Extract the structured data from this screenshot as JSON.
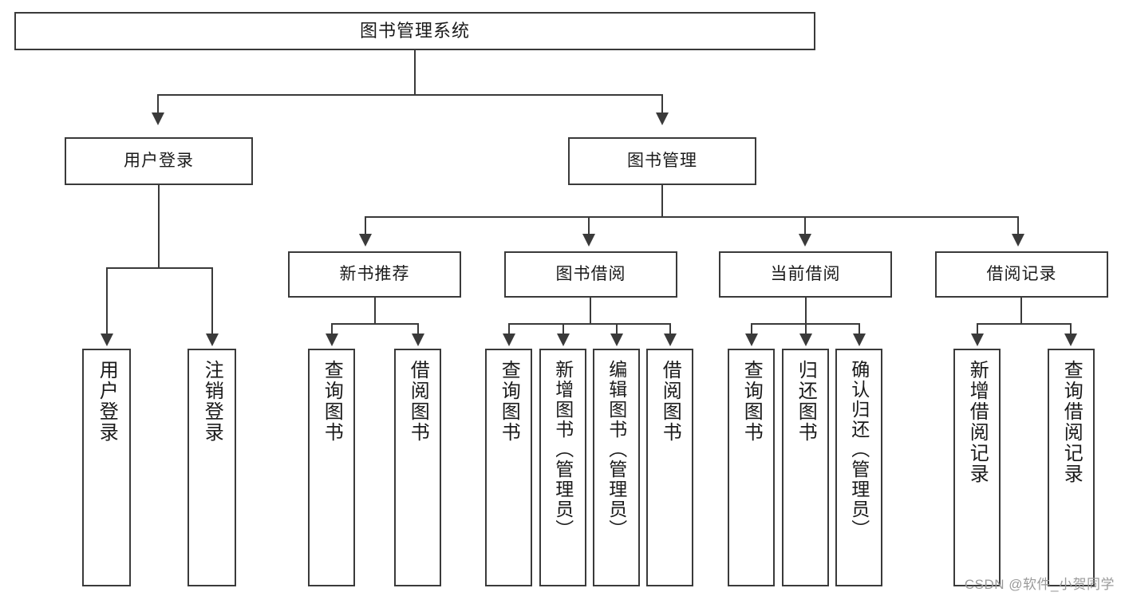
{
  "diagram": {
    "type": "tree-hierarchy",
    "title": "图书管理系统",
    "watermark": "CSDN @软件_小贺同学",
    "colors": {
      "box_border": "#3a3a3a",
      "box_fill": "#ffffff",
      "text": "#1a1a1a",
      "connector": "#3a3a3a",
      "watermark": "#9a9a9a",
      "background": "#ffffff"
    }
  },
  "nodes": {
    "root": {
      "label": "图书管理系统"
    },
    "level2": [
      {
        "label": "用户登录"
      },
      {
        "label": "图书管理"
      }
    ],
    "level3": [
      {
        "label": "新书推荐"
      },
      {
        "label": "图书借阅"
      },
      {
        "label": "当前借阅"
      },
      {
        "label": "借阅记录"
      }
    ],
    "leaves": {
      "user_login": [
        {
          "label": "用户登录"
        },
        {
          "label": "注销登录"
        }
      ],
      "new_book_recommend": [
        {
          "label": "查询图书"
        },
        {
          "label": "借阅图书"
        }
      ],
      "book_borrow": [
        {
          "label": "查询图书"
        },
        {
          "label": "新增图书（管理员）"
        },
        {
          "label": "编辑图书（管理员）"
        },
        {
          "label": "借阅图书"
        }
      ],
      "current_borrow": [
        {
          "label": "查询图书"
        },
        {
          "label": "归还图书"
        },
        {
          "label": "确认归还（管理员）"
        }
      ],
      "borrow_record": [
        {
          "label": "新增借阅记录"
        },
        {
          "label": "查询借阅记录"
        }
      ]
    }
  }
}
